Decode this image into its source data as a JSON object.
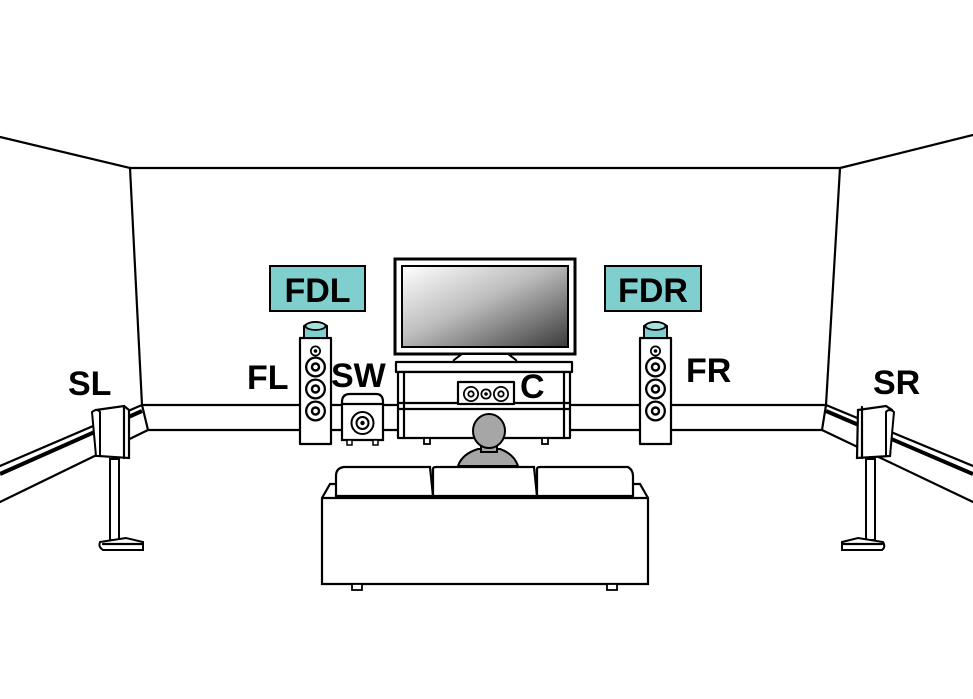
{
  "labels": {
    "sl": "SL",
    "fl": "FL",
    "sw": "SW",
    "c": "C",
    "fr": "FR",
    "sr": "SR",
    "fdl": "FDL",
    "fdr": "FDR"
  },
  "colors": {
    "height_speaker_box": "#7fcfcf",
    "listener": "#a6a6a6",
    "line": "#000000"
  }
}
